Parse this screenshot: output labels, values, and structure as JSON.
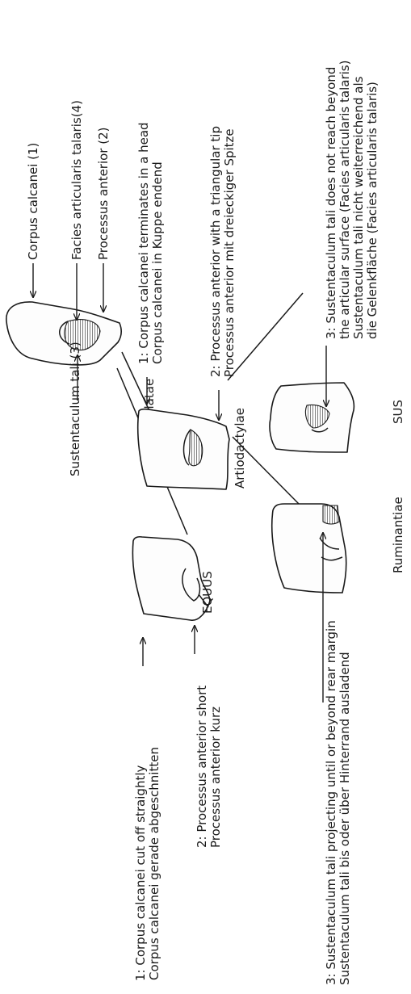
{
  "top_labels": {
    "corpus": "Corpus calcanei (1)",
    "facies": "Facies articularis talaris(4)",
    "processus": "Processus anterior (2)",
    "sustentaculum": "Sustentaculum tali (3)"
  },
  "taxa": {
    "ungulatae": "Ungulatae",
    "equus": "EQUUS",
    "artiodactylae": "Artiodactylae",
    "ruminantiae": "Ruminantiae",
    "sus": "SUS"
  },
  "equus_notes": {
    "n1_en": "1: Corpus calcanei cut off straightly",
    "n1_de": "Corpus calcanei gerade abgeschnitten",
    "n2_en": "2: Processus anterior short",
    "n2_de": "Processus anterior kurz"
  },
  "artiodactylae_notes": {
    "n1_en": "1: Corpus calcanei terminates in a head",
    "n1_de": "Corpus calcanei in Kuppe endend",
    "n2_en": "2: Processus anterior with a triangular tip",
    "n2_de": "Processus anterior mit dreieckiger Spitze"
  },
  "ruminantiae_notes": {
    "n3_en": "3: Sustentaculum tali projecting until or beyond rear margin",
    "n3_de": "Sustentaculum tali bis oder über Hinterrand ausladend"
  },
  "sus_notes": {
    "n3_en": "3: Sustentaculum tali does not reach beyond",
    "n3_en2": "the articular surface (Facies articularis talaris)",
    "n3_de": "Sustentaculum tali nicht weiterreichend als",
    "n3_de2": "die Gelenkfläche (Facies articularis talaris)"
  }
}
